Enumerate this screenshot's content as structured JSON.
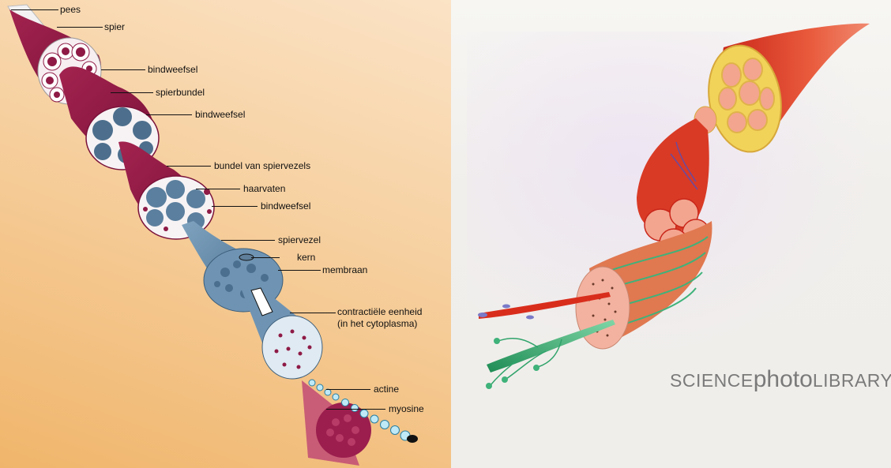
{
  "left_diagram": {
    "language": "Dutch",
    "background_colors": [
      "#fbe3c6",
      "#f0b56b"
    ],
    "structure_colors": {
      "muscle": "#8e1a45",
      "fiber_blue": "#5b7f9e",
      "capillary": "#8e1a45",
      "actin": "#8fd3ea"
    },
    "labels": [
      {
        "id": "pees",
        "text": "pees"
      },
      {
        "id": "spier",
        "text": "spier"
      },
      {
        "id": "bindweefsel-1",
        "text": "bindweefsel"
      },
      {
        "id": "spierbundel",
        "text": "spierbundel"
      },
      {
        "id": "bindweefsel-2",
        "text": "bindweefsel"
      },
      {
        "id": "bundel-van-spiervezels",
        "text": "bundel van spiervezels"
      },
      {
        "id": "haarvaten",
        "text": "haarvaten"
      },
      {
        "id": "bindweefsel-3",
        "text": "bindweefsel"
      },
      {
        "id": "spiervezel",
        "text": "spiervezel"
      },
      {
        "id": "kern",
        "text": "kern"
      },
      {
        "id": "membraan",
        "text": "membraan"
      },
      {
        "id": "contractiele-eenheid",
        "text": "contractiële eenheid"
      },
      {
        "id": "contractiele-eenheid-sub",
        "text": "(in het cytoplasma)"
      },
      {
        "id": "actine",
        "text": "actine"
      },
      {
        "id": "myosine",
        "text": "myosine"
      }
    ]
  },
  "right_illustration": {
    "background_color": "#f1efec",
    "structure_colors": {
      "muscle": "#e0412a",
      "fascia": "#f2d35a",
      "fiber_section": "#f3a58f",
      "nerve": "#2fa36a",
      "vessel": "#d92d1c"
    },
    "watermark": {
      "part1": "SCIENCE",
      "part2": "photo",
      "part3": "LIBRARY"
    }
  }
}
